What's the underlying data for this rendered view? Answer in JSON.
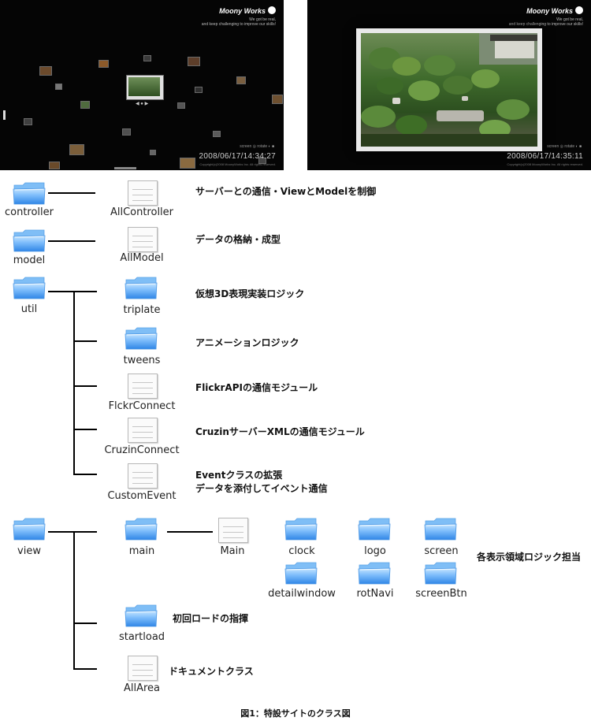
{
  "screens": [
    {
      "brand": "Moony Works",
      "tagline1": "We got be real,",
      "tagline2": "and keep challenging to improve our skills!",
      "clock": "2008/06/17/14:34:27",
      "navi": "screen ◎ rotate ◐ ■",
      "copyright": "Copyright(c)2008 MoonyWorks Inc. All rights reserved."
    },
    {
      "brand": "Moony Works",
      "tagline1": "We got be real,",
      "tagline2": "and keep challenging to improve our skills!",
      "clock": "2008/06/17/14:35:11",
      "navi": "screen ◎ rotate ◐ ■",
      "copyright": "Copyright(c)2008 MoonyWorks Inc. All rights reserved."
    }
  ],
  "diagram": {
    "controller": {
      "label": "controller",
      "child": "AllController",
      "desc": "サーバーとの通信・ViewとModelを制御"
    },
    "model": {
      "label": "model",
      "child": "AllModel",
      "desc": "データの格納・成型"
    },
    "util": {
      "label": "util",
      "children": [
        {
          "label": "triplate",
          "icon": "folder",
          "desc": "仮想3D表現実装ロジック"
        },
        {
          "label": "tweens",
          "icon": "folder",
          "desc": "アニメーションロジック"
        },
        {
          "label": "FlckrConnect",
          "icon": "doc",
          "desc": "FlickrAPIの通信モジュール"
        },
        {
          "label": "CruzinConnect",
          "icon": "doc",
          "desc": "CruzinサーバーXMLの通信モジュール"
        },
        {
          "label": "CustomEvent",
          "icon": "doc",
          "desc1": "Eventクラスの拡張",
          "desc2": "データを添付してイベント通信"
        }
      ]
    },
    "view": {
      "label": "view",
      "main": {
        "label": "main",
        "file": "Main"
      },
      "subfolders": [
        "clock",
        "logo",
        "screen",
        "detailwindow",
        "rotNavi",
        "screenBtn"
      ],
      "subfolders_desc": "各表示領域ロジック担当",
      "startload": {
        "label": "startload",
        "desc": "初回ロードの指揮"
      },
      "allarea": {
        "label": "AllArea",
        "desc": "ドキュメントクラス"
      }
    }
  },
  "caption": "図1：特設サイトのクラス図",
  "colors": {
    "folder_top": "#bfe0ff",
    "folder_bottom": "#3f97f2",
    "line": "#000000"
  }
}
